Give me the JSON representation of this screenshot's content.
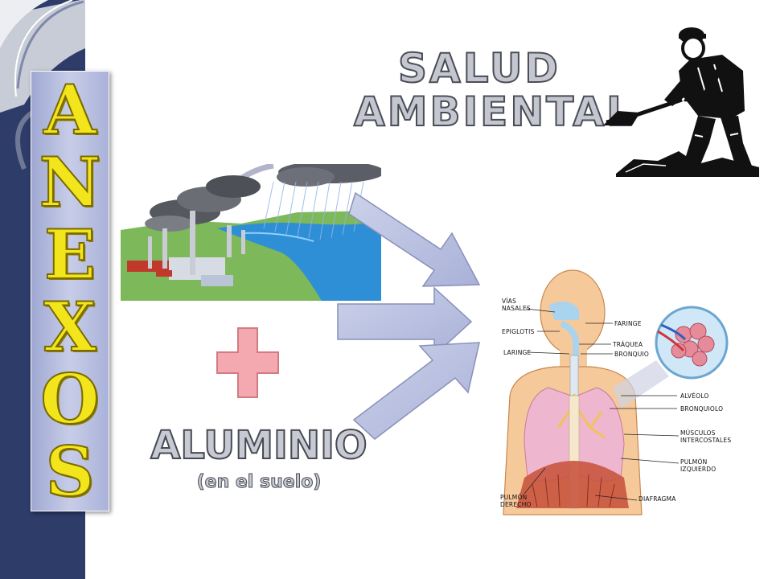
{
  "side_title": {
    "letters": [
      "A",
      "N",
      "E",
      "X",
      "O",
      "S"
    ]
  },
  "heading": {
    "line1": "SALUD",
    "line2": "AMBIENTAL"
  },
  "aluminio": {
    "title": "ALUMINIO",
    "subtitle": "(en el suelo)"
  },
  "anatomy_labels": {
    "vias_nasales": "VÍAS\nNASALES",
    "epiglotis": "EPIGLOTIS",
    "laringe": "LARINGE",
    "faringe": "FARINGE",
    "traquea": "TRÁQUEA",
    "bronquio": "BRONQUIO",
    "alveolo": "ALVÉOLO",
    "bronquiolo": "BRONQUIOLO",
    "musculos": "MÚSCULOS\nINTERCOSTALES",
    "pulmon_izquierdo": "PULMÓN\nIZQUIERDO",
    "pulmon_derecho": "PULMÓN\nDERECHO",
    "diafragma": "DIAFRAGMA"
  },
  "colors": {
    "band": "#2d3c69",
    "card": "#b7bfe2",
    "letter": "#f2e51c",
    "arrow": "#b9c0e0",
    "plus": "#f4a9b0",
    "body_skin": "#f6c99b",
    "lungs": "#efb7cf"
  }
}
